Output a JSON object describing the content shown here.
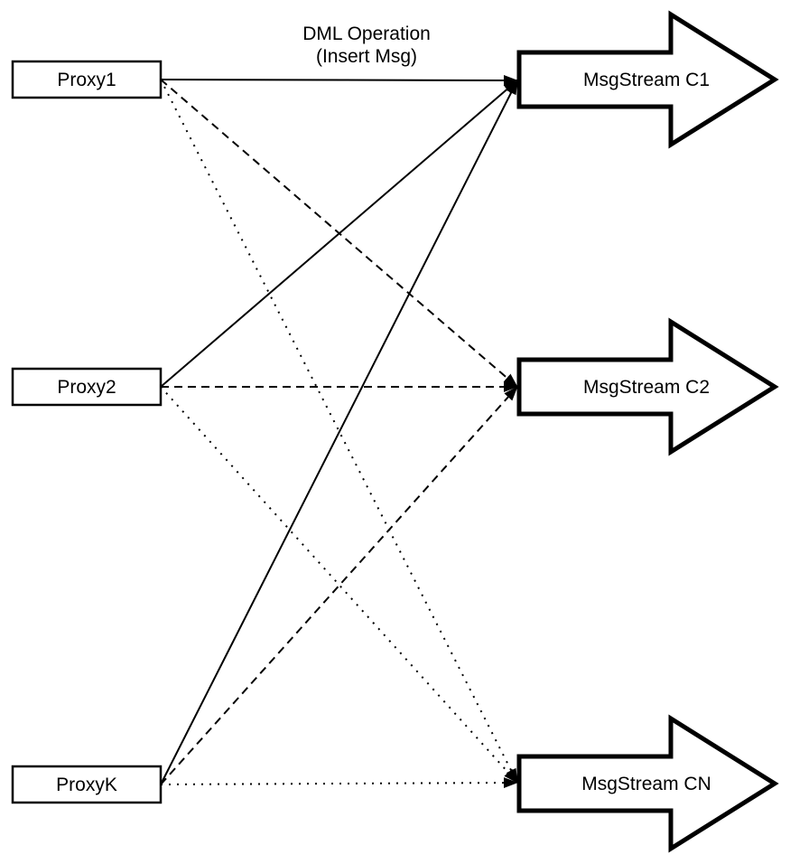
{
  "diagram": {
    "annotation": {
      "line1": "DML Operation",
      "line2": "(Insert Msg)"
    },
    "nodes": {
      "proxy1": {
        "label": "Proxy1",
        "shape": "rectangle"
      },
      "proxy2": {
        "label": "Proxy2",
        "shape": "rectangle"
      },
      "proxyk": {
        "label": "ProxyK",
        "shape": "rectangle"
      },
      "c1": {
        "label": "MsgStream C1",
        "shape": "block-arrow"
      },
      "c2": {
        "label": "MsgStream C2",
        "shape": "block-arrow"
      },
      "cn": {
        "label": "MsgStream CN",
        "shape": "block-arrow"
      }
    },
    "edges": [
      {
        "from": "proxy1",
        "to": "c1",
        "style": "solid"
      },
      {
        "from": "proxy2",
        "to": "c1",
        "style": "solid"
      },
      {
        "from": "proxyk",
        "to": "c1",
        "style": "solid"
      },
      {
        "from": "proxy1",
        "to": "c2",
        "style": "dashed"
      },
      {
        "from": "proxy2",
        "to": "c2",
        "style": "dashed"
      },
      {
        "from": "proxyk",
        "to": "c2",
        "style": "dashed"
      },
      {
        "from": "proxy1",
        "to": "cn",
        "style": "dotted"
      },
      {
        "from": "proxy2",
        "to": "cn",
        "style": "dotted"
      },
      {
        "from": "proxyk",
        "to": "cn",
        "style": "dotted"
      }
    ],
    "colors": {
      "stroke": "#000000",
      "fill": "#ffffff"
    }
  }
}
